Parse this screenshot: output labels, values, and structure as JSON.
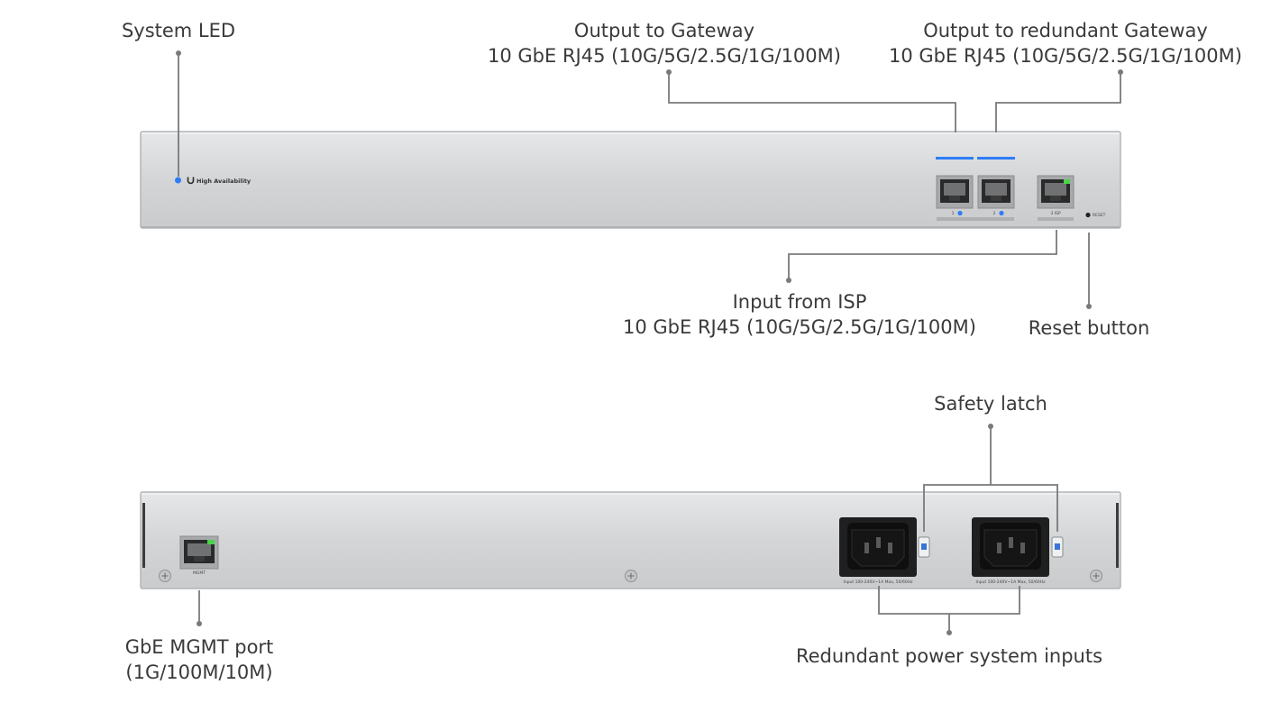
{
  "front_panel": {
    "brand_label": "High Availability",
    "port_labels": [
      "1",
      "2",
      "3 ISP"
    ],
    "reset_label": "RESET"
  },
  "rear_panel": {
    "mgmt_port_label": "MGMT",
    "power_rating_label": "Input 100-240V~1A Max, 50/60Hz"
  },
  "callouts": {
    "system_led": "System LED",
    "output_gateway": {
      "title": "Output to Gateway",
      "spec": "10 GbE RJ45 (10G/5G/2.5G/1G/100M)"
    },
    "output_redundant_gateway": {
      "title": "Output to redundant Gateway",
      "spec": "10 GbE RJ45 (10G/5G/2.5G/1G/100M)"
    },
    "input_isp": {
      "title": "Input from ISP",
      "spec": "10 GbE RJ45 (10G/5G/2.5G/1G/100M)"
    },
    "reset_button": "Reset button",
    "safety_latch": "Safety latch",
    "mgmt_port": {
      "title": "GbE MGMT port",
      "spec": "(1G/100M/10M)"
    },
    "power_inputs": "Redundant power system inputs"
  },
  "colors": {
    "chassis": "#d2d4d6",
    "leader_line": "#7a7a7a",
    "led_blue": "#2f7df6",
    "port_green_led": "#49d449",
    "text": "#3a3a3a"
  }
}
